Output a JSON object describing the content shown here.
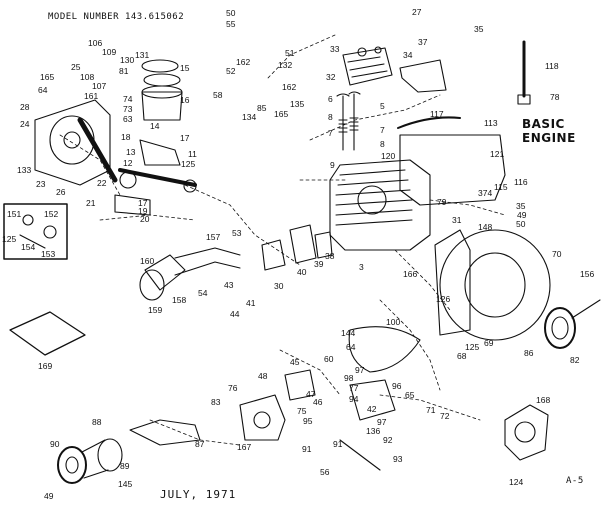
{
  "header": {
    "model_number": "MODEL NUMBER 143.615062"
  },
  "title": "BASIC ENGINE",
  "footer": {
    "date": "JULY, 1971",
    "page_code": "A-5"
  },
  "part_labels": [
    {
      "id": "p50a",
      "text": "50"
    },
    {
      "id": "p55",
      "text": "55"
    },
    {
      "id": "p51",
      "text": "51"
    },
    {
      "id": "p162a",
      "text": "162"
    },
    {
      "id": "p52",
      "text": "52"
    },
    {
      "id": "p132",
      "text": "132"
    },
    {
      "id": "p58",
      "text": "58"
    },
    {
      "id": "p162b",
      "text": "162"
    },
    {
      "id": "p85",
      "text": "85"
    },
    {
      "id": "p134",
      "text": "134"
    },
    {
      "id": "p165a",
      "text": "165"
    },
    {
      "id": "p135",
      "text": "135"
    },
    {
      "id": "p106",
      "text": "106"
    },
    {
      "id": "p109",
      "text": "109"
    },
    {
      "id": "p25",
      "text": "25"
    },
    {
      "id": "p108",
      "text": "108"
    },
    {
      "id": "p165b",
      "text": "165"
    },
    {
      "id": "p107",
      "text": "107"
    },
    {
      "id": "p130",
      "text": "130"
    },
    {
      "id": "p81",
      "text": "81"
    },
    {
      "id": "p131",
      "text": "131"
    },
    {
      "id": "p15a",
      "text": "15"
    },
    {
      "id": "p64",
      "text": "64"
    },
    {
      "id": "p161",
      "text": "161"
    },
    {
      "id": "p74",
      "text": "74"
    },
    {
      "id": "p73",
      "text": "73"
    },
    {
      "id": "p63",
      "text": "63"
    },
    {
      "id": "p28",
      "text": "28"
    },
    {
      "id": "p24",
      "text": "24"
    },
    {
      "id": "p16",
      "text": "16"
    },
    {
      "id": "p14",
      "text": "14"
    },
    {
      "id": "p18",
      "text": "18"
    },
    {
      "id": "p17a",
      "text": "17"
    },
    {
      "id": "p13",
      "text": "13"
    },
    {
      "id": "p12",
      "text": "12"
    },
    {
      "id": "p11",
      "text": "11"
    },
    {
      "id": "p125a",
      "text": "125"
    },
    {
      "id": "p133",
      "text": "133"
    },
    {
      "id": "p23",
      "text": "23"
    },
    {
      "id": "p26",
      "text": "26"
    },
    {
      "id": "p22",
      "text": "22"
    },
    {
      "id": "p17b",
      "text": "17"
    },
    {
      "id": "p19",
      "text": "19"
    },
    {
      "id": "p21",
      "text": "21"
    },
    {
      "id": "p20",
      "text": "20"
    },
    {
      "id": "p151",
      "text": "151"
    },
    {
      "id": "p152",
      "text": "152"
    },
    {
      "id": "p125b",
      "text": "125"
    },
    {
      "id": "p154",
      "text": "154"
    },
    {
      "id": "p153",
      "text": "153"
    },
    {
      "id": "p27",
      "text": "27"
    },
    {
      "id": "p35a",
      "text": "35"
    },
    {
      "id": "p37",
      "text": "37"
    },
    {
      "id": "p33",
      "text": "33"
    },
    {
      "id": "p34",
      "text": "34"
    },
    {
      "id": "p32",
      "text": "32"
    },
    {
      "id": "p118",
      "text": "118"
    },
    {
      "id": "p78",
      "text": "78"
    },
    {
      "id": "p6",
      "text": "6"
    },
    {
      "id": "p5",
      "text": "5"
    },
    {
      "id": "p8a",
      "text": "8"
    },
    {
      "id": "p117",
      "text": "117"
    },
    {
      "id": "p7a",
      "text": "7"
    },
    {
      "id": "p7b",
      "text": "7"
    },
    {
      "id": "p8b",
      "text": "8"
    },
    {
      "id": "p9",
      "text": "9"
    },
    {
      "id": "p113",
      "text": "113"
    },
    {
      "id": "p120",
      "text": "120"
    },
    {
      "id": "p121",
      "text": "121"
    },
    {
      "id": "p374",
      "text": "374"
    },
    {
      "id": "p115",
      "text": "115"
    },
    {
      "id": "p116",
      "text": "116"
    },
    {
      "id": "p79",
      "text": "79"
    },
    {
      "id": "p31",
      "text": "31"
    },
    {
      "id": "p35b",
      "text": "35"
    },
    {
      "id": "p49a",
      "text": "49"
    },
    {
      "id": "p50b",
      "text": "50"
    },
    {
      "id": "p148",
      "text": "148"
    },
    {
      "id": "p70",
      "text": "70"
    },
    {
      "id": "p157",
      "text": "157"
    },
    {
      "id": "p53",
      "text": "53"
    },
    {
      "id": "p39",
      "text": "39"
    },
    {
      "id": "p40",
      "text": "40"
    },
    {
      "id": "p38",
      "text": "38"
    },
    {
      "id": "p3",
      "text": "3"
    },
    {
      "id": "p166",
      "text": "166"
    },
    {
      "id": "p160",
      "text": "160"
    },
    {
      "id": "p54",
      "text": "54"
    },
    {
      "id": "p43",
      "text": "43"
    },
    {
      "id": "p41",
      "text": "41"
    },
    {
      "id": "p30",
      "text": "30"
    },
    {
      "id": "p158",
      "text": "158"
    },
    {
      "id": "p159",
      "text": "159"
    },
    {
      "id": "p44",
      "text": "44"
    },
    {
      "id": "p156",
      "text": "156"
    },
    {
      "id": "p126",
      "text": "126"
    },
    {
      "id": "p144",
      "text": "144"
    },
    {
      "id": "p100",
      "text": "100"
    },
    {
      "id": "p68",
      "text": "68"
    },
    {
      "id": "p125c",
      "text": "125"
    },
    {
      "id": "p69",
      "text": "69"
    },
    {
      "id": "p86",
      "text": "86"
    },
    {
      "id": "p82",
      "text": "82"
    },
    {
      "id": "p169",
      "text": "169"
    },
    {
      "id": "p64b",
      "text": "64"
    },
    {
      "id": "p45",
      "text": "45"
    },
    {
      "id": "p60",
      "text": "60"
    },
    {
      "id": "p97a",
      "text": "97"
    },
    {
      "id": "p98",
      "text": "98"
    },
    {
      "id": "p96",
      "text": "96"
    },
    {
      "id": "p65",
      "text": "65"
    },
    {
      "id": "p48",
      "text": "48"
    },
    {
      "id": "p76",
      "text": "76"
    },
    {
      "id": "p46",
      "text": "46"
    },
    {
      "id": "p47",
      "text": "47"
    },
    {
      "id": "p75",
      "text": "75"
    },
    {
      "id": "p83",
      "text": "83"
    },
    {
      "id": "p77",
      "text": "77"
    },
    {
      "id": "p94",
      "text": "94"
    },
    {
      "id": "p42",
      "text": "42"
    },
    {
      "id": "p97b",
      "text": "97"
    },
    {
      "id": "p71",
      "text": "71"
    },
    {
      "id": "p72",
      "text": "72"
    },
    {
      "id": "p168",
      "text": "168"
    },
    {
      "id": "p88",
      "text": "88"
    },
    {
      "id": "p87",
      "text": "87"
    },
    {
      "id": "p167",
      "text": "167"
    },
    {
      "id": "p95",
      "text": "95"
    },
    {
      "id": "p136",
      "text": "136"
    },
    {
      "id": "p91a",
      "text": "91"
    },
    {
      "id": "p91b",
      "text": "91"
    },
    {
      "id": "p92",
      "text": "92"
    },
    {
      "id": "p93",
      "text": "93"
    },
    {
      "id": "p90",
      "text": "90"
    },
    {
      "id": "p89",
      "text": "89"
    },
    {
      "id": "p56",
      "text": "56"
    },
    {
      "id": "p49b",
      "text": "49"
    },
    {
      "id": "p145",
      "text": "145"
    },
    {
      "id": "p124",
      "text": "124"
    }
  ]
}
